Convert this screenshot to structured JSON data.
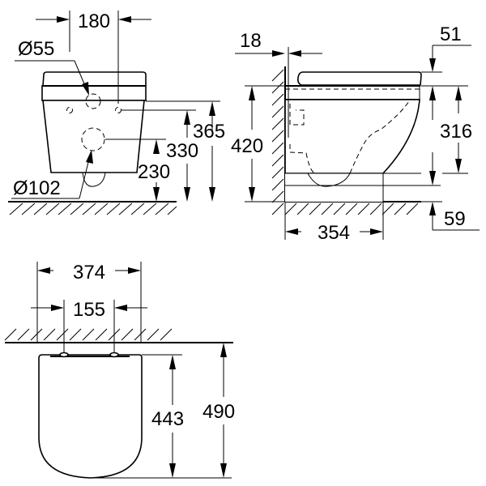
{
  "front_view": {
    "width_between_holes": "180",
    "small_hole_diameter": "Ø55",
    "large_hole_diameter": "Ø102",
    "height_top": "365",
    "height_fixing": "330",
    "height_waste": "230"
  },
  "side_view": {
    "wall_gap": "18",
    "seat_thickness": "51",
    "rim_height": "420",
    "bowl_height": "316",
    "base_offset": "59",
    "projection_depth": "354"
  },
  "top_view": {
    "overall_width": "374",
    "hinge_spacing": "155",
    "seat_length": "443",
    "overall_length": "490"
  }
}
